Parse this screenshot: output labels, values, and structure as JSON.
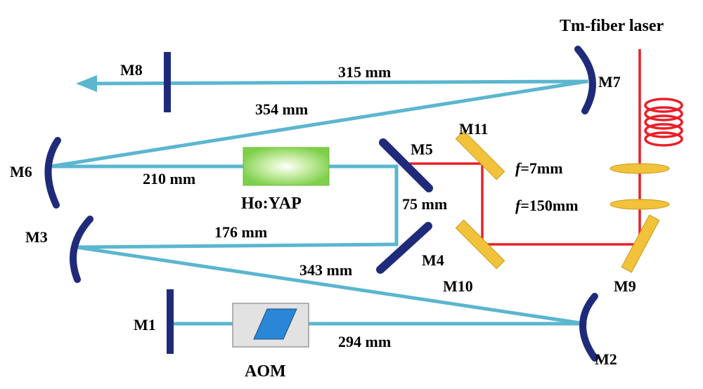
{
  "source_label": "Tm-fiber laser",
  "mirrors": {
    "m1": "M1",
    "m2": "M2",
    "m3": "M3",
    "m4": "M4",
    "m5": "M5",
    "m6": "M6",
    "m7": "M7",
    "m8": "M8",
    "m9": "M9",
    "m10": "M10",
    "m11": "M11"
  },
  "distances": {
    "d315": "315 mm",
    "d354": "354 mm",
    "d210": "210 mm",
    "d176": "176 mm",
    "d343": "343 mm",
    "d294": "294 mm",
    "d75": "75 mm"
  },
  "components": {
    "crystal": "Ho:YAP",
    "modulator": "AOM"
  },
  "lenses": {
    "lens1_f": "f",
    "lens1_value": "=7mm",
    "lens2_f": "f",
    "lens2_value": "=150mm"
  },
  "colors": {
    "cavity_beam": "#5bb6cf",
    "pump_beam": "#e8202a",
    "mirror": "#1f2b7a",
    "pump_optics": "#f2c23a",
    "crystal": "#7ed04a",
    "aom_body": "#e2e2e2",
    "aom_crystal": "#2a86d6"
  }
}
